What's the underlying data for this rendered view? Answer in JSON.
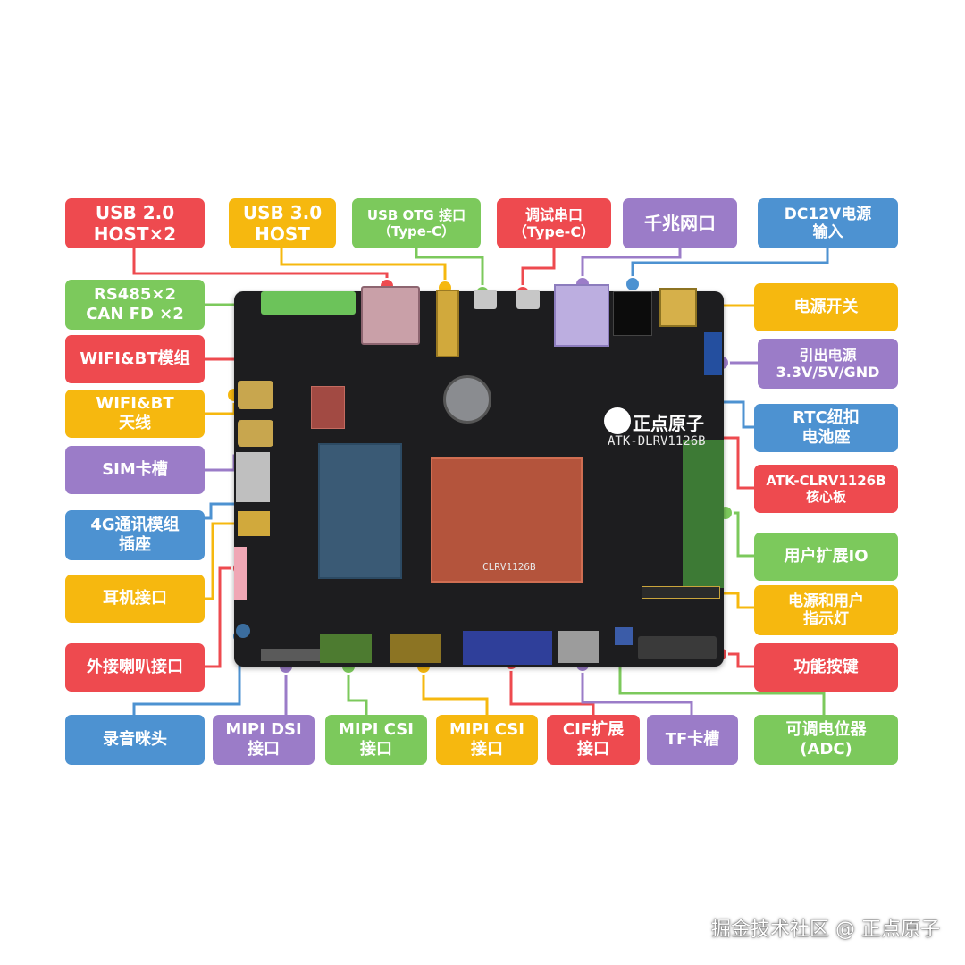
{
  "colors": {
    "red": "#ee4a4f",
    "yellow": "#f6b80f",
    "green": "#7cc95c",
    "purple": "#9b7cc8",
    "blue": "#4d92d1",
    "board": "#1d1d1f",
    "core_board": "#b4543c",
    "module_4g": "#3a5a75"
  },
  "board": {
    "brand": "正点原子",
    "model": "ATK-DLRV1126B",
    "core_model": "CLRV1126B",
    "logo_icon": "brand-logo-icon"
  },
  "labels": {
    "usb20": {
      "line1": "USB 2.0",
      "line2": "HOST×2"
    },
    "usb30": {
      "line1": "USB 3.0",
      "line2": "HOST"
    },
    "usb_otg": {
      "line1": "USB OTG 接口",
      "line2": "（Type-C）"
    },
    "debug_uart": {
      "line1": "调试串口",
      "line2": "（Type-C）"
    },
    "gigabit_eth": {
      "line1": "千兆网口"
    },
    "dc12v": {
      "line1": "DC12V电源",
      "line2": "输入"
    },
    "rs485_can": {
      "line1": "RS485×2",
      "line2": "CAN FD ×2"
    },
    "wifi_bt_module": {
      "line1": "WIFI&BT模组"
    },
    "wifi_bt_antenna": {
      "line1": "WIFI&BT",
      "line2": "天线"
    },
    "sim_slot": {
      "line1": "SIM卡槽"
    },
    "module_4g": {
      "line1": "4G通讯模组",
      "line2": "插座"
    },
    "headphone": {
      "line1": "耳机接口"
    },
    "speaker": {
      "line1": "外接喇叭接口"
    },
    "mic": {
      "line1": "录音咪头"
    },
    "power_switch": {
      "line1": "电源开关"
    },
    "power_out": {
      "line1": "引出电源",
      "line2": "3.3V/5V/GND"
    },
    "rtc_battery": {
      "line1": "RTC纽扣",
      "line2": "电池座"
    },
    "core_board": {
      "line1": "ATK-CLRV1126B",
      "line2": "核心板"
    },
    "user_io": {
      "line1": "用户扩展IO"
    },
    "leds": {
      "line1": "电源和用户",
      "line2": "指示灯"
    },
    "keys": {
      "line1": "功能按键"
    },
    "adc_pot": {
      "line1": "可调电位器",
      "line2": "(ADC)"
    },
    "mipi_dsi": {
      "line1": "MIPI DSI",
      "line2": "接口"
    },
    "mipi_csi_1": {
      "line1": "MIPI CSI",
      "line2": "接口"
    },
    "mipi_csi_2": {
      "line1": "MIPI CSI",
      "line2": "接口"
    },
    "cif": {
      "line1": "CIF扩展",
      "line2": "接口"
    },
    "tf_slot": {
      "line1": "TF卡槽"
    }
  },
  "watermark": "掘金技术社区 @ 正点原子"
}
